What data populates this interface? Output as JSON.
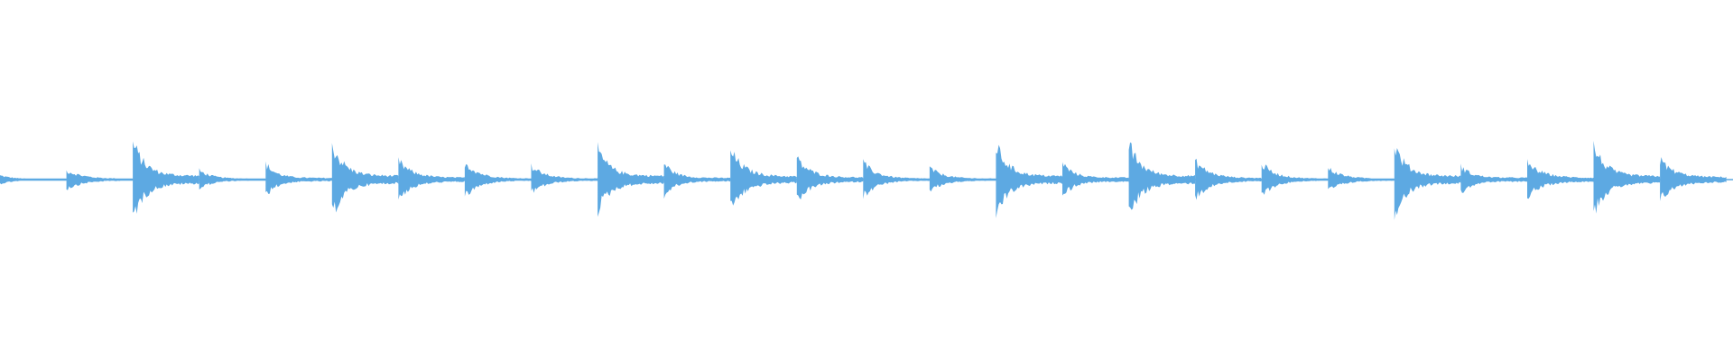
{
  "waveform": {
    "color": "#5DA9E2",
    "background": "#ffffff",
    "hits": [
      {
        "amp": 0.1,
        "decay": 0.45,
        "sustain": 0.1
      },
      {
        "amp": 0.22,
        "decay": 0.55,
        "sustain": 0.08
      },
      {
        "amp": 0.9,
        "decay": 0.4,
        "sustain": 0.1
      },
      {
        "amp": 0.22,
        "decay": 0.4,
        "sustain": 0.1
      },
      {
        "amp": 0.38,
        "decay": 0.35,
        "sustain": 0.1
      },
      {
        "amp": 0.85,
        "decay": 0.4,
        "sustain": 0.1
      },
      {
        "amp": 0.45,
        "decay": 0.45,
        "sustain": 0.1
      },
      {
        "amp": 0.42,
        "decay": 0.45,
        "sustain": 0.06
      },
      {
        "amp": 0.32,
        "decay": 0.45,
        "sustain": 0.08
      },
      {
        "amp": 0.72,
        "decay": 0.4,
        "sustain": 0.12
      },
      {
        "amp": 0.4,
        "decay": 0.35,
        "sustain": 0.1
      },
      {
        "amp": 0.7,
        "decay": 0.45,
        "sustain": 0.1
      },
      {
        "amp": 0.5,
        "decay": 0.45,
        "sustain": 0.1
      },
      {
        "amp": 0.4,
        "decay": 0.45,
        "sustain": 0.06
      },
      {
        "amp": 0.28,
        "decay": 0.45,
        "sustain": 0.08
      },
      {
        "amp": 0.82,
        "decay": 0.4,
        "sustain": 0.1
      },
      {
        "amp": 0.4,
        "decay": 0.35,
        "sustain": 0.12
      },
      {
        "amp": 0.85,
        "decay": 0.4,
        "sustain": 0.1
      },
      {
        "amp": 0.45,
        "decay": 0.45,
        "sustain": 0.08
      },
      {
        "amp": 0.38,
        "decay": 0.45,
        "sustain": 0.06
      },
      {
        "amp": 0.28,
        "decay": 0.45,
        "sustain": 0.08
      },
      {
        "amp": 0.82,
        "decay": 0.4,
        "sustain": 0.1
      },
      {
        "amp": 0.32,
        "decay": 0.35,
        "sustain": 0.14
      },
      {
        "amp": 0.4,
        "decay": 0.5,
        "sustain": 0.1
      },
      {
        "amp": 0.8,
        "decay": 0.4,
        "sustain": 0.1
      },
      {
        "amp": 0.48,
        "decay": 0.45,
        "sustain": 0.12
      }
    ]
  }
}
